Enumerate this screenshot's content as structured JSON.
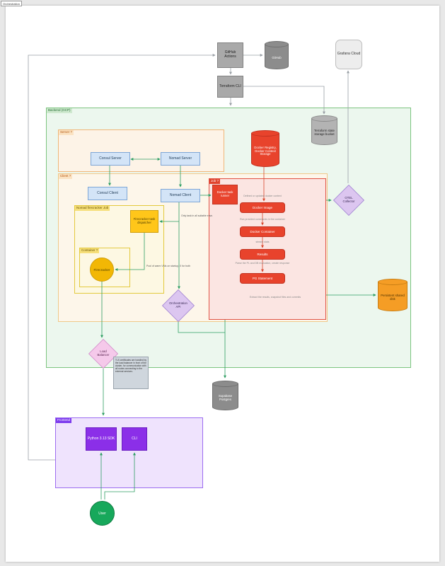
{
  "meta": {
    "tab": "Orchestration"
  },
  "nodes": {
    "github_actions": "GitHub Actions",
    "github": "GitHub",
    "grafana_cloud": "Grafana Cloud",
    "terraform_cli": "Terraform CLI",
    "tf_bucket": "Terraform state storage bucket",
    "consul_server": "Consul Server",
    "nomad_server": "Nomad Server",
    "consul_client": "Consul Client",
    "nomad_client": "Nomad Client",
    "docker_registry": "Docker Registry, Docker Context Storage",
    "docker_task": "Docker task runner",
    "docker_image": "Docker Image",
    "docker_container": "Docker Container",
    "results": "Results",
    "pg_statement": "PG Statement",
    "dispatcher": "Firecracker task dispatcher",
    "firecracker": "Firecracker",
    "orch_api": "Orchestration API",
    "otel": "OTEL Collector",
    "persistent_disk": "Persistent shared disk",
    "load_balancer": "Load Balancer",
    "supabase": "Supabase Postgres",
    "python_sdk": "Python 3.13 SDK",
    "cli": "CLI",
    "user": "User"
  },
  "containers": {
    "backend": "Backend (GCP)",
    "server": "Server ?",
    "client": "Client ?",
    "job": "Job ?",
    "nomad_job": "Nomad firecracker Job",
    "container_q": "Container ?",
    "frontend": "Frontend"
  },
  "captions": {
    "cap1": "Defined or updated docker context",
    "cap2": "Run provided commands in the container",
    "cap3": "stream stats",
    "cap4": "Parse the PL and DB evaluation, create response",
    "cap5": "Extract the results, snapshot files and commits"
  },
  "edge_labels": {
    "suitable": "Only task in all suitable envs",
    "warm_vms": "Pool of warm VMs on startup, X for both"
  },
  "note": {
    "text": "TLS certificates are handled by the load balancer in front of the cluster, for communication with all routes connecting to the external services."
  }
}
